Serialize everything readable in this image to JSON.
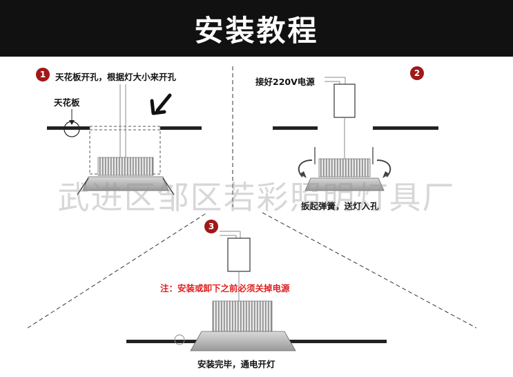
{
  "header": {
    "title": "安装教程"
  },
  "steps": [
    {
      "number": "1",
      "instruction": "天花板开孔，根据灯大小来开孔",
      "ceiling_label": "天花板"
    },
    {
      "number": "2",
      "power_label": "接好220V电源",
      "instruction": "扳起弹簧，送灯入孔"
    },
    {
      "number": "3",
      "warning": "注：安装或卸下之前必须关掉电源",
      "instruction": "安装完毕，通电开灯"
    }
  ],
  "watermark": "武进区邹区若彩照明灯具厂",
  "colors": {
    "header_bg": "#111111",
    "badge": "#a01818",
    "warning": "#e02020"
  },
  "icons": [
    "down-left-arrow-icon",
    "rotate-arrow-icon"
  ]
}
